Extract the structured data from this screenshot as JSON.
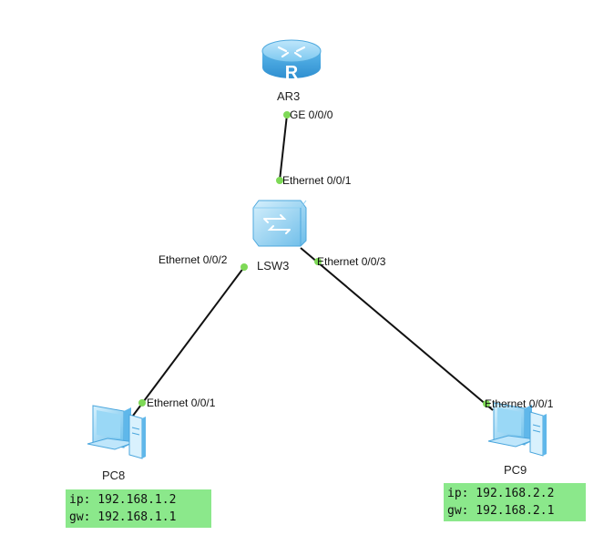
{
  "nodes": {
    "router": {
      "label": "AR3",
      "glyph": "R",
      "icon": "router-icon"
    },
    "switch": {
      "label": "LSW3",
      "icon": "switch-icon"
    },
    "pc8": {
      "label": "PC8",
      "icon": "pc-icon"
    },
    "pc9": {
      "label": "PC9",
      "icon": "pc-icon"
    }
  },
  "ports": {
    "ar3_ge000": "GE 0/0/0",
    "lsw3_e001": "Ethernet 0/0/1",
    "lsw3_e002": "Ethernet 0/0/2",
    "lsw3_e003": "Ethernet 0/0/3",
    "pc8_e001": "Ethernet 0/0/1",
    "pc9_e001": "Ethernet 0/0/1"
  },
  "configs": {
    "pc8": {
      "ip": "ip: 192.168.1.2",
      "gw": "gw: 192.168.1.1"
    },
    "pc9": {
      "ip": "ip: 192.168.2.2",
      "gw": "gw: 192.168.2.1"
    }
  },
  "colors": {
    "link": "#111111",
    "port_dot": "#7ed957",
    "config_bg": "#8be88b",
    "device_blue": "#5fb7ea"
  }
}
